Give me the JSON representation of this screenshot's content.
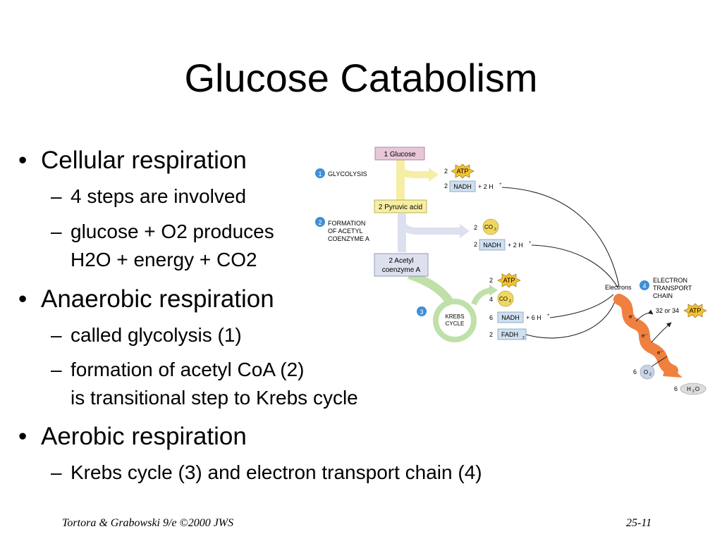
{
  "slide": {
    "title": "Glucose Catabolism",
    "bullets": [
      {
        "text": "Cellular respiration",
        "subs": [
          "4 steps are involved",
          "glucose + O2 produces",
          "H2O + energy + CO2"
        ]
      },
      {
        "text": "Anaerobic respiration",
        "subs": [
          "called glycolysis (1)",
          "formation of acetyl CoA (2)",
          "is transitional step to Krebs cycle"
        ]
      },
      {
        "text": "Aerobic respiration",
        "subs": [
          "Krebs cycle (3) and electron transport chain (4)"
        ]
      }
    ],
    "footer_left": "Tortora & Grabowski 9/e ©2000 JWS",
    "footer_right": "25-11"
  },
  "diagram": {
    "glucose": "1 Glucose",
    "step1": {
      "num": "1",
      "label": "GLYCOLYSIS"
    },
    "pyruvic": "2 Pyruvic acid",
    "step2": {
      "num": "2",
      "line1": "FORMATION",
      "line2": "OF ACETYL",
      "line3": "COENZYME A"
    },
    "acetyl": {
      "line1": "2 Acetyl",
      "line2": "coenzyme A"
    },
    "step3": {
      "num": "3",
      "line1": "KREBS",
      "line2": "CYCLE"
    },
    "step4": {
      "num": "4",
      "line1": "ELECTRON",
      "line2": "TRANSPORT",
      "line3": "CHAIN"
    },
    "electrons": "Electrons",
    "atp": "ATP",
    "nadh": "NADH",
    "co2": "CO",
    "fadh": "FADH",
    "plus2h": "+ 2 H",
    "plus6h": "+ 6 H",
    "plus": "+",
    "sub2": "2",
    "n2": "2",
    "n4": "4",
    "n6": "6",
    "n32": "32 or 34",
    "eminus": "e⁻",
    "o2": "O",
    "h2o": "H",
    "h2o_o": "O"
  },
  "colors": {
    "glucose_box": "#e8c8d8",
    "pyruvic_box": "#f6eea4",
    "acetyl_box": "#dde0ee",
    "nadh_box": "#cfe0f0",
    "atp_star": "#f2c230",
    "co2_circle": "#f0d860",
    "step_circle": "#3c8fd8",
    "krebs_arrow": "#bfe0a8",
    "etc_wave": "#f08040"
  }
}
